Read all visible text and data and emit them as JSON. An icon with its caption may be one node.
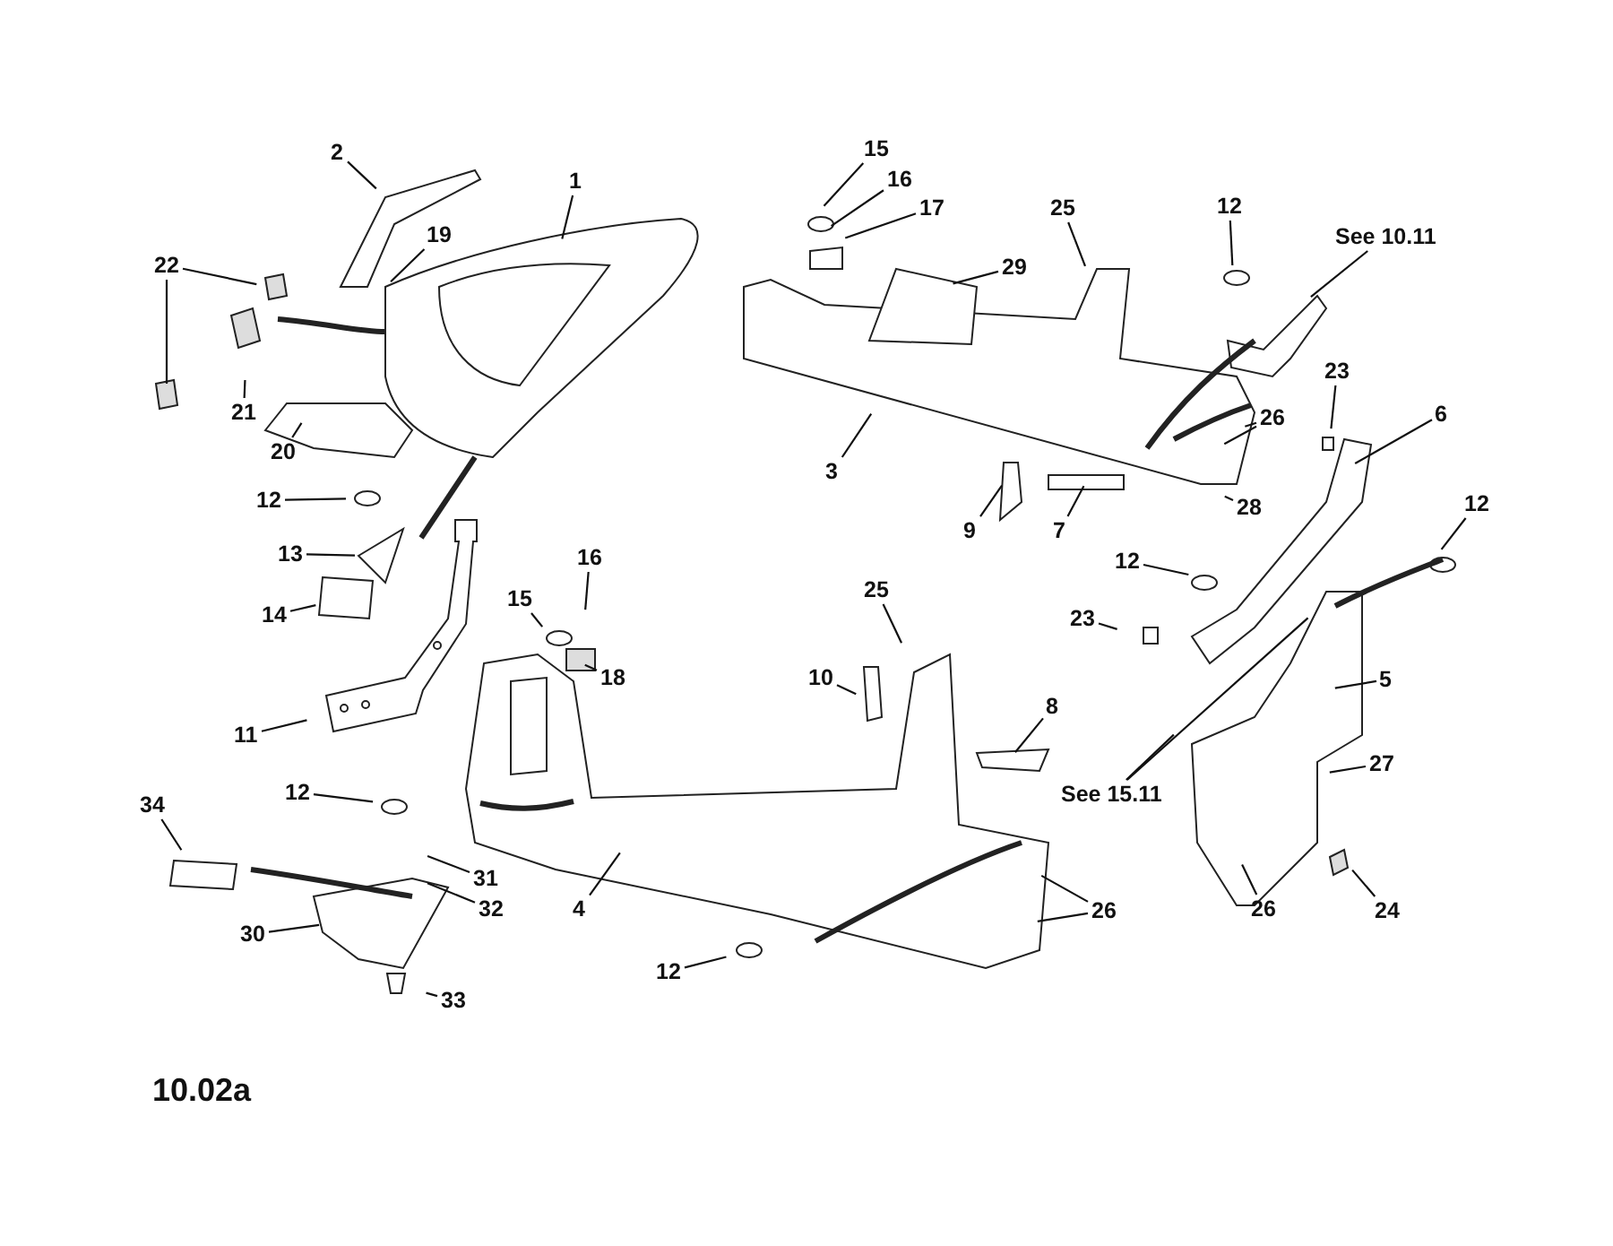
{
  "diagram": {
    "nodes": [
      {
        "text": [
          "2"
        ]
      },
      {
        "text": [
          "1"
        ]
      },
      {
        "text": [
          "19"
        ]
      },
      {
        "text": [
          "22"
        ]
      },
      {
        "text": [
          "21"
        ]
      },
      {
        "text": [
          "20"
        ]
      },
      {
        "text": [
          "12"
        ]
      },
      {
        "text": [
          "13"
        ]
      },
      {
        "text": [
          "14"
        ]
      },
      {
        "text": [
          "11"
        ]
      },
      {
        "text": [
          "15"
        ]
      },
      {
        "text": [
          "16"
        ]
      },
      {
        "text": [
          "17"
        ]
      },
      {
        "text": [
          "29"
        ]
      },
      {
        "text": [
          "25"
        ]
      },
      {
        "text": [
          "12"
        ]
      },
      {
        "text": [
          "See 10.11"
        ]
      },
      {
        "text": [
          "3"
        ]
      },
      {
        "text": [
          "9"
        ]
      },
      {
        "text": [
          "7"
        ]
      },
      {
        "text": [
          "26"
        ]
      },
      {
        "text": [
          "28"
        ]
      },
      {
        "text": [
          "23"
        ]
      },
      {
        "text": [
          "6"
        ]
      },
      {
        "text": [
          "12"
        ]
      },
      {
        "text": [
          "12"
        ]
      },
      {
        "text": [
          "15"
        ]
      },
      {
        "text": [
          "16"
        ]
      },
      {
        "text": [
          "18"
        ]
      },
      {
        "text": [
          "25"
        ]
      },
      {
        "text": [
          "23"
        ]
      },
      {
        "text": [
          "10"
        ]
      },
      {
        "text": [
          "8"
        ]
      },
      {
        "text": [
          "5"
        ]
      },
      {
        "text": [
          "See 15.11"
        ]
      },
      {
        "text": [
          "27"
        ]
      },
      {
        "text": [
          "12"
        ]
      },
      {
        "text": [
          "34"
        ]
      },
      {
        "text": [
          "31"
        ]
      },
      {
        "text": [
          "32"
        ]
      },
      {
        "text": [
          "4"
        ]
      },
      {
        "text": [
          "30"
        ]
      },
      {
        "text": [
          "26"
        ]
      },
      {
        "text": [
          "24"
        ]
      },
      {
        "text": [
          "26"
        ]
      },
      {
        "text": [
          "33"
        ]
      },
      {
        "text": [
          "12"
        ]
      }
    ],
    "edges": [
      {
        "from": 0,
        "to": null,
        "arrow": "none"
      },
      {
        "from": 1,
        "to": null,
        "arrow": "none"
      },
      {
        "from": 2,
        "to": null,
        "arrow": "none"
      },
      {
        "from": 3,
        "to": null,
        "arrow": "none"
      },
      {
        "from": 3,
        "to": null,
        "arrow": "none"
      },
      {
        "from": 4,
        "to": null,
        "arrow": "none"
      },
      {
        "from": 5,
        "to": null,
        "arrow": "none"
      },
      {
        "from": 6,
        "to": null,
        "arrow": "none"
      },
      {
        "from": 7,
        "to": null,
        "arrow": "none"
      },
      {
        "from": 8,
        "to": null,
        "arrow": "none"
      },
      {
        "from": 9,
        "to": null,
        "arrow": "none"
      },
      {
        "from": 10,
        "to": null,
        "arrow": "none"
      },
      {
        "from": 11,
        "to": null,
        "arrow": "none"
      },
      {
        "from": 12,
        "to": null,
        "arrow": "none"
      },
      {
        "from": 13,
        "to": null,
        "arrow": "none"
      },
      {
        "from": 14,
        "to": null,
        "arrow": "none"
      },
      {
        "from": 15,
        "to": null,
        "arrow": "none"
      },
      {
        "from": 16,
        "to": null,
        "arrow": "none"
      },
      {
        "from": 17,
        "to": null,
        "arrow": "none"
      },
      {
        "from": 18,
        "to": null,
        "arrow": "none"
      },
      {
        "from": 19,
        "to": null,
        "arrow": "none"
      },
      {
        "from": 20,
        "to": null,
        "arrow": "none"
      },
      {
        "from": 20,
        "to": null,
        "arrow": "none"
      },
      {
        "from": 21,
        "to": null,
        "arrow": "none"
      },
      {
        "from": 22,
        "to": null,
        "arrow": "none"
      },
      {
        "from": 23,
        "to": null,
        "arrow": "none"
      },
      {
        "from": 24,
        "to": null,
        "arrow": "none"
      },
      {
        "from": 25,
        "to": null,
        "arrow": "none"
      },
      {
        "from": 26,
        "to": null,
        "arrow": "none"
      },
      {
        "from": 27,
        "to": null,
        "arrow": "none"
      },
      {
        "from": 28,
        "to": null,
        "arrow": "none"
      },
      {
        "from": 29,
        "to": null,
        "arrow": "none"
      },
      {
        "from": 30,
        "to": null,
        "arrow": "none"
      },
      {
        "from": 31,
        "to": null,
        "arrow": "none"
      },
      {
        "from": 32,
        "to": null,
        "arrow": "none"
      },
      {
        "from": 33,
        "to": null,
        "arrow": "none"
      },
      {
        "from": 34,
        "to": null,
        "arrow": "none"
      },
      {
        "from": 34,
        "to": null,
        "arrow": "none"
      },
      {
        "from": 35,
        "to": null,
        "arrow": "none"
      },
      {
        "from": 36,
        "to": null,
        "arrow": "none"
      },
      {
        "from": 37,
        "to": null,
        "arrow": "none"
      },
      {
        "from": 38,
        "to": null,
        "arrow": "none"
      },
      {
        "from": 39,
        "to": null,
        "arrow": "none"
      },
      {
        "from": 40,
        "to": null,
        "arrow": "none"
      },
      {
        "from": 41,
        "to": null,
        "arrow": "none"
      },
      {
        "from": 42,
        "to": null,
        "arrow": "none"
      },
      {
        "from": 42,
        "to": null,
        "arrow": "none"
      },
      {
        "from": 43,
        "to": null,
        "arrow": "none"
      },
      {
        "from": 44,
        "to": null,
        "arrow": "none"
      },
      {
        "from": 45,
        "to": null,
        "arrow": "none"
      },
      {
        "from": 46,
        "to": null,
        "arrow": "none"
      }
    ],
    "labels": [
      "10.02a"
    ]
  }
}
